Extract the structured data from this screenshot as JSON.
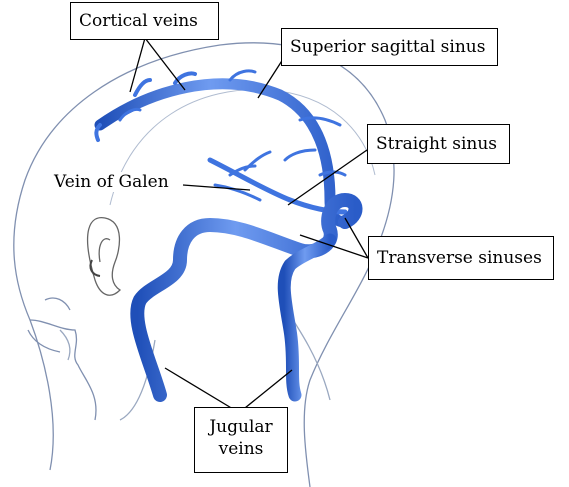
{
  "labels": {
    "cortical_veins": "Cortical veins",
    "superior_sagittal_sinus": "Superior sagittal sinus",
    "straight_sinus": "Straight sinus",
    "vein_of_galen": "Vein of Galen",
    "transverse_sinuses": "Transverse sinuses",
    "jugular_veins_line1": "Jugular",
    "jugular_veins_line2": "veins"
  },
  "colors": {
    "vein_fill": "#3f74e0",
    "vein_dark": "#1f4fb8",
    "outline": "#7a8aa8",
    "leader": "#000000"
  }
}
